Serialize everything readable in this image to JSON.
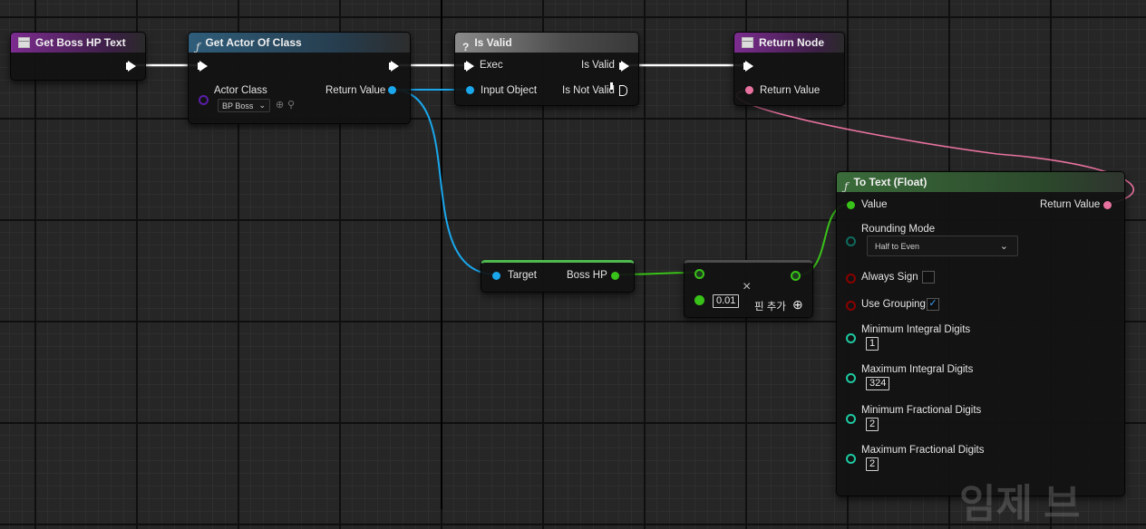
{
  "nodes": {
    "get_boss_hp_text": {
      "title": "Get Boss HP Text"
    },
    "get_actor_of_class": {
      "title": "Get Actor Of Class",
      "actor_class_label": "Actor Class",
      "actor_class_value": "BP Boss",
      "return_value_label": "Return Value"
    },
    "is_valid": {
      "title": "Is Valid",
      "exec_label": "Exec",
      "input_object_label": "Input Object",
      "is_valid_label": "Is Valid",
      "is_not_valid_label": "Is Not Valid"
    },
    "return_node": {
      "title": "Return Node",
      "return_value_label": "Return Value"
    },
    "boss_hp_getter": {
      "target_label": "Target",
      "output_label": "Boss HP"
    },
    "multiply": {
      "operand_value": "0.01",
      "add_pin_label": "핀 추가"
    },
    "to_text_float": {
      "title": "To Text (Float)",
      "value_label": "Value",
      "return_value_label": "Return Value",
      "rounding_mode_label": "Rounding Mode",
      "rounding_mode_value": "Half to Even",
      "always_sign_label": "Always Sign",
      "always_sign_checked": false,
      "use_grouping_label": "Use Grouping",
      "use_grouping_checked": true,
      "min_integral_label": "Minimum Integral Digits",
      "min_integral_value": "1",
      "max_integral_label": "Maximum Integral Digits",
      "max_integral_value": "324",
      "min_fractional_label": "Minimum Fractional Digits",
      "min_fractional_value": "2",
      "max_fractional_label": "Maximum Fractional Digits",
      "max_fractional_value": "2"
    }
  },
  "watermark": "임제 브",
  "colors": {
    "exec_wire": "#ffffff",
    "object_pin": "#1aa7ec",
    "float_pin": "#39c219",
    "text_pin": "#e8729f",
    "class_pin": "#5a1ea8",
    "enum_pin": "#0e6b5e",
    "bool_pin": "#8a0000",
    "int_pin": "#1ec8a0"
  }
}
